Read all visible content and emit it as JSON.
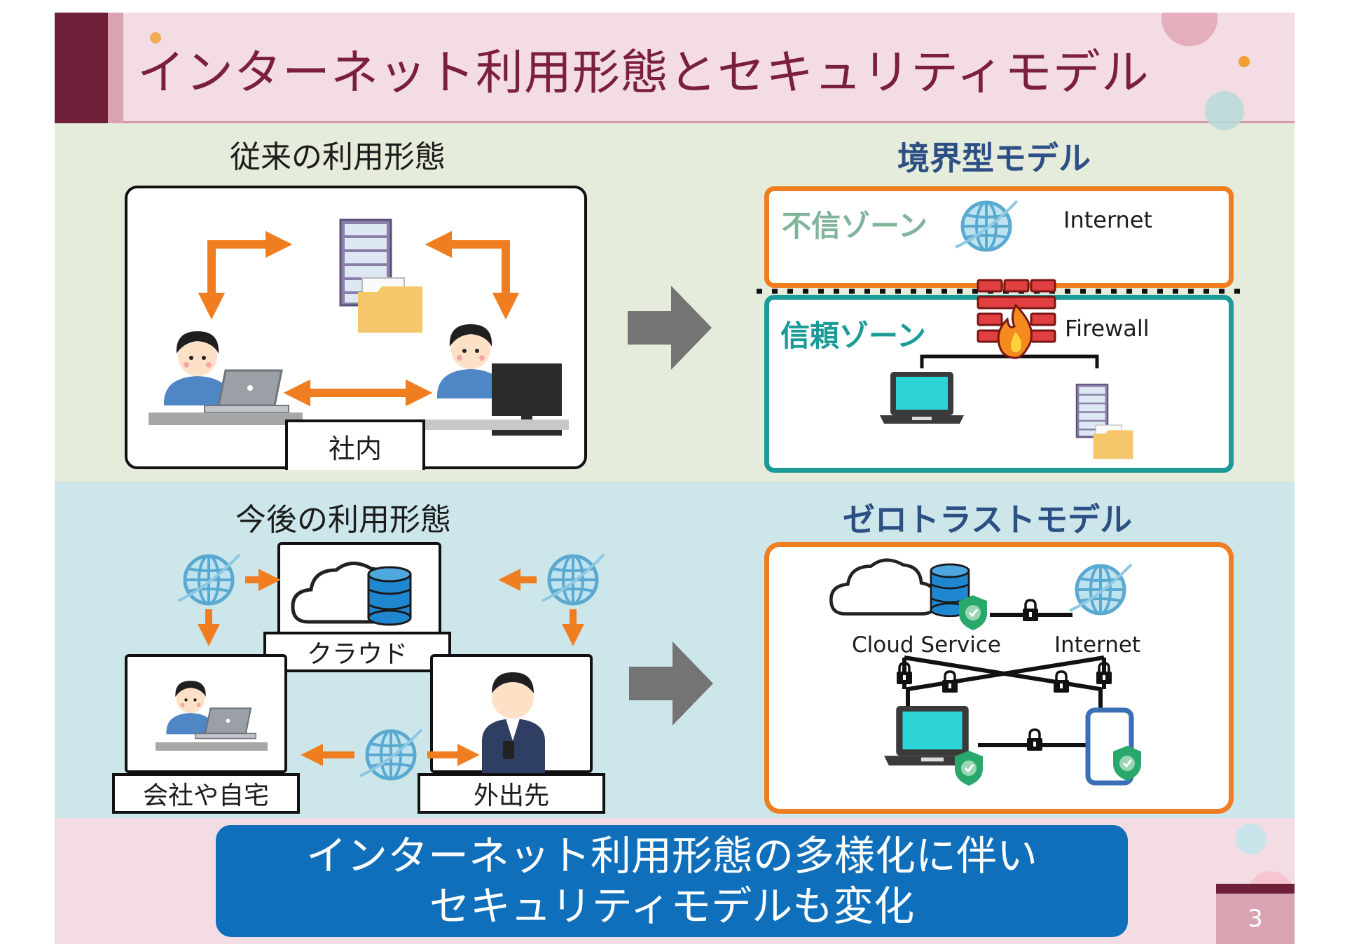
{
  "title": "インターネット利用形態とセキュリティモデル",
  "top": {
    "left_heading": "従来の利用形態",
    "left_tag": "社内",
    "right_heading": "境界型モデル",
    "untrusted_zone": "不信ゾーン",
    "trusted_zone": "信頼ゾーン",
    "internet_label": "Internet",
    "firewall_label": "Firewall"
  },
  "bottom": {
    "left_heading": "今後の利用形態",
    "cloud_tag": "クラウド",
    "home_tag": "会社や自宅",
    "outside_tag": "外出先",
    "right_heading": "ゼロトラストモデル",
    "cloud_service_label": "Cloud Service",
    "internet_label": "Internet"
  },
  "message": {
    "line1": "インターネット利用形態の多様化に伴い",
    "line2": "セキュリティモデルも変化"
  },
  "page_number": "3",
  "colors": {
    "title": "#7a1f3c",
    "arrow_orange": "#f07d1f",
    "teal": "#1a9b98",
    "message_bg": "#0f6fbb",
    "model_heading": "#2c4f84"
  },
  "icons": [
    "server-icon",
    "folder-icon",
    "person-icon",
    "laptop-icon",
    "monitor-icon",
    "globe-icon",
    "firewall-icon",
    "cloud-icon",
    "database-icon",
    "shield-icon",
    "lock-icon",
    "smartphone-icon",
    "gray-arrow-icon"
  ]
}
